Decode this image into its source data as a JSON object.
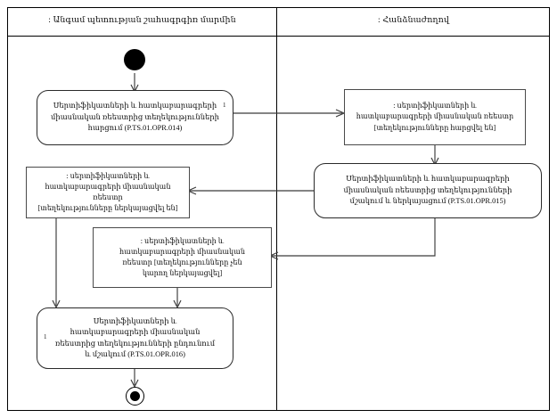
{
  "diagram": {
    "type": "uml-activity-diagram",
    "title_visible": false,
    "background_color": "#ffffff",
    "line_color": "#3a3a3a",
    "border_color": "#000000"
  },
  "lanes": [
    {
      "id": "lane-left",
      "label": ": Անգամ պետության շահագրգիռ մարմին"
    },
    {
      "id": "lane-right",
      "label": ": Հանձնաժողով"
    }
  ],
  "nodes": {
    "initial": {
      "name": "initial-node",
      "label": ""
    },
    "final": {
      "name": "final-node",
      "label": ""
    },
    "action_request": {
      "text": "Սերտիֆիկատների և հատկաբարագրերի\nմիասնական ռեեստրից տեղեկությունների\nհարցում (P.TS.01.OPR.014)",
      "marker": "1"
    },
    "object_requested": {
      "text": ": սերտիֆիկատների և\nհատկաբարագրերի միասնական ռեեստր\n[տեղեկությունները հարցվել են]"
    },
    "action_process": {
      "text": "Սերտիֆիկատների և հատկաբարագրերի\nմիասնական ռեեստրից տեղեկությունների\nմշակում և ներկայացում (P.TS.01.OPR.015)"
    },
    "object_presented": {
      "text": ": սերտիֆիկատների և\nհատկաբարագրերի միասնական ռեեստր\n[տեղեկությունները ներկայացվել են]"
    },
    "object_not_presented": {
      "text": ": սերտիֆիկատների և\nհատկաբարագրերի միասնական\nռեեստր [տեղեկությունները չեն\nկարող ներկայացվել]"
    },
    "action_receive": {
      "text": "Սերտիֆիկատների և\nհատկաբարագրերի միասնական\nռեեստրից տեղեկությունների ընդունում\nև մշակում (P.TS.01.OPR.016)",
      "marker": "1"
    }
  }
}
